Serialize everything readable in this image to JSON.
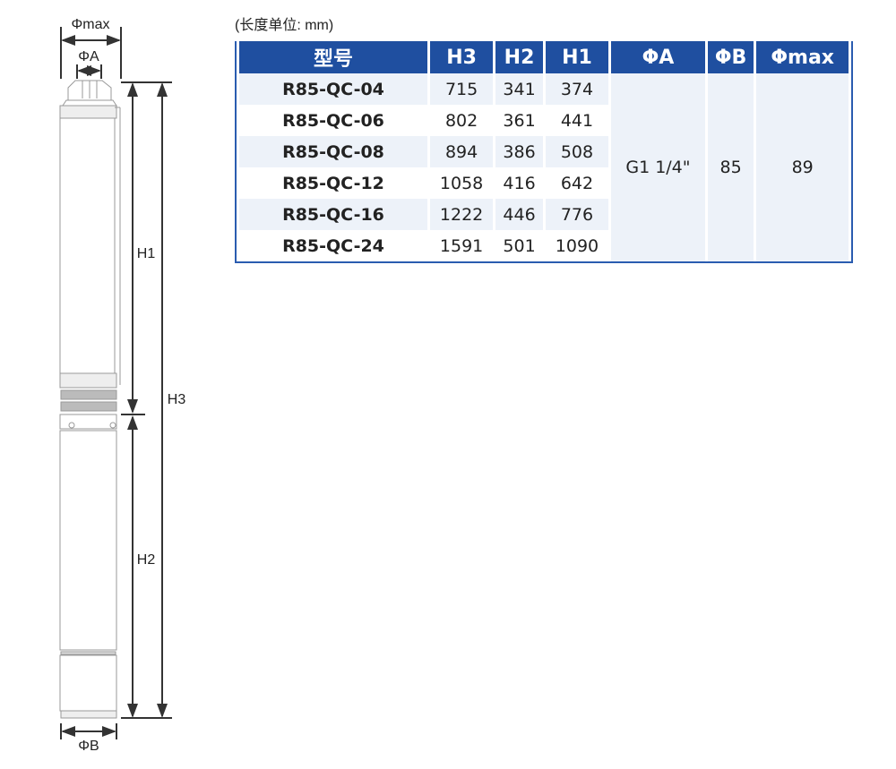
{
  "diagram": {
    "labels": {
      "phi_max": "Φmax",
      "phi_a": "ΦA",
      "phi_b": "ΦB",
      "h1": "H1",
      "h2": "H2",
      "h3": "H3"
    }
  },
  "table": {
    "unit_note": "(长度单位: mm)",
    "headers": [
      "型号",
      "H3",
      "H2",
      "H1",
      "ΦA",
      "ΦB",
      "Φmax"
    ],
    "rows": [
      {
        "model": "R85-QC-04",
        "h3": "715",
        "h2": "341",
        "h1": "374"
      },
      {
        "model": "R85-QC-06",
        "h3": "802",
        "h2": "361",
        "h1": "441"
      },
      {
        "model": "R85-QC-08",
        "h3": "894",
        "h2": "386",
        "h1": "508"
      },
      {
        "model": "R85-QC-12",
        "h3": "1058",
        "h2": "416",
        "h1": "642"
      },
      {
        "model": "R85-QC-16",
        "h3": "1222",
        "h2": "446",
        "h1": "776"
      },
      {
        "model": "R85-QC-24",
        "h3": "1591",
        "h2": "501",
        "h1": "1090"
      }
    ],
    "shared": {
      "phi_a": "G1 1/4\"",
      "phi_b": "85",
      "phi_max": "89"
    }
  },
  "colors": {
    "header": "#1f4fa0",
    "row_alt": "#edf2f9",
    "line": "#333333"
  }
}
